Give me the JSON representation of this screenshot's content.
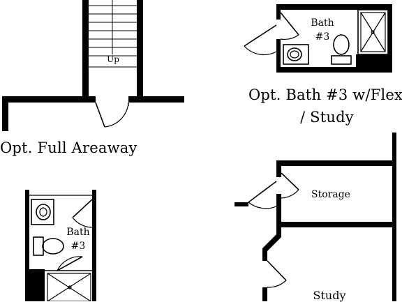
{
  "captions": {
    "full_areaway": "Opt. Full Areaway",
    "bath3_flex_line1": "Opt. Bath #3 w/Flex",
    "bath3_flex_line2": "/ Study"
  },
  "rooms": {
    "stair_label": "Up",
    "bath3_top_line1": "Bath",
    "bath3_top_line2": "#3",
    "bath3_left_line1": "Bath",
    "bath3_left_line2": "#3",
    "storage": "Storage",
    "study": "Study"
  },
  "colors": {
    "wall": "#000000",
    "background": "#ffffff"
  }
}
